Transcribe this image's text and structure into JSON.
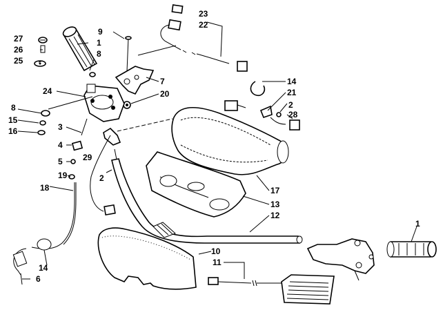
{
  "diagram": {
    "callouts": [
      {
        "id": "c1a",
        "text": "1"
      },
      {
        "id": "c1b",
        "text": "1"
      },
      {
        "id": "c2a",
        "text": "2"
      },
      {
        "id": "c2b",
        "text": "2"
      },
      {
        "id": "c3",
        "text": "3"
      },
      {
        "id": "c4",
        "text": "4"
      },
      {
        "id": "c5",
        "text": "5"
      },
      {
        "id": "c6",
        "text": "6"
      },
      {
        "id": "c7",
        "text": "7"
      },
      {
        "id": "c8a",
        "text": "8"
      },
      {
        "id": "c8b",
        "text": "8"
      },
      {
        "id": "c9",
        "text": "9"
      },
      {
        "id": "c10",
        "text": "10"
      },
      {
        "id": "c11",
        "text": "11"
      },
      {
        "id": "c12",
        "text": "12"
      },
      {
        "id": "c13",
        "text": "13"
      },
      {
        "id": "c14a",
        "text": "14"
      },
      {
        "id": "c14b",
        "text": "14"
      },
      {
        "id": "c15",
        "text": "15"
      },
      {
        "id": "c16",
        "text": "16"
      },
      {
        "id": "c17",
        "text": "17"
      },
      {
        "id": "c18",
        "text": "18"
      },
      {
        "id": "c19",
        "text": "19"
      },
      {
        "id": "c20",
        "text": "20"
      },
      {
        "id": "c21",
        "text": "21"
      },
      {
        "id": "c22",
        "text": "22"
      },
      {
        "id": "c23",
        "text": "23"
      },
      {
        "id": "c24",
        "text": "24"
      },
      {
        "id": "c25",
        "text": "25"
      },
      {
        "id": "c26",
        "text": "26"
      },
      {
        "id": "c27",
        "text": "27"
      },
      {
        "id": "c28",
        "text": "28"
      },
      {
        "id": "c29",
        "text": "29"
      }
    ]
  }
}
